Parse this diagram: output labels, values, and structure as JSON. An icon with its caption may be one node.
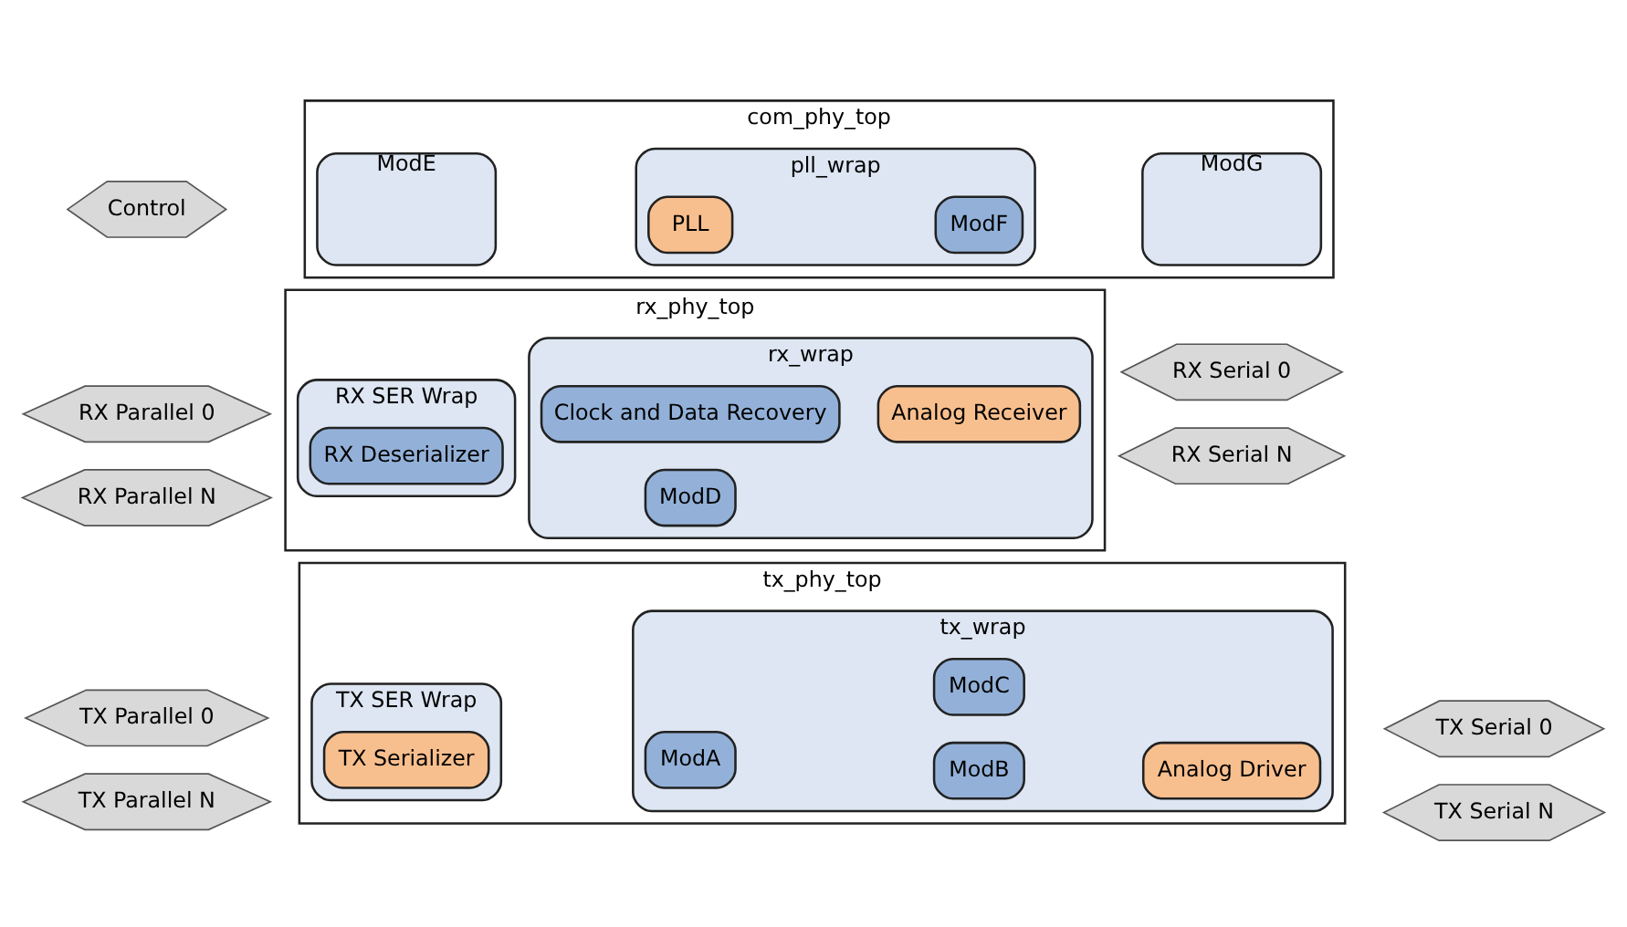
{
  "diagram": {
    "nodes": [
      {
        "text": [
          "TX Parallel 0"
        ]
      },
      {
        "text": [
          "TX Parallel N"
        ]
      },
      {
        "text": [
          "tx_phy_top"
        ]
      },
      {
        "text": [
          "TX SER Wrap"
        ],
        "in": 2
      },
      {
        "text": [
          "TX Serializer"
        ],
        "in": 3
      },
      {
        "text": [
          "tx_wrap"
        ],
        "in": 2
      },
      {
        "text": [
          "ModA"
        ],
        "in": 5
      },
      {
        "text": [
          "ModB"
        ],
        "in": 5
      },
      {
        "text": [
          "ModC"
        ],
        "in": 5
      },
      {
        "text": [
          "Analog Driver"
        ],
        "in": 5
      },
      {
        "text": [
          "TX Serial 0"
        ]
      },
      {
        "text": [
          "TX Serial N"
        ]
      },
      {
        "text": [
          "RX Parallel 0"
        ]
      },
      {
        "text": [
          "RX Parallel N"
        ]
      },
      {
        "text": [
          "rx_phy_top"
        ]
      },
      {
        "text": [
          "RX SER Wrap"
        ],
        "in": 14
      },
      {
        "text": [
          "RX Deserializer"
        ],
        "in": 15
      },
      {
        "text": [
          "rx_wrap"
        ],
        "in": 14
      },
      {
        "text": [
          "Clock and Data Recovery"
        ],
        "in": 17
      },
      {
        "text": [
          "ModD"
        ],
        "in": 17
      },
      {
        "text": [
          "Analog Receiver"
        ],
        "in": 17
      },
      {
        "text": [
          "RX Serial 0"
        ]
      },
      {
        "text": [
          "RX Serial N"
        ]
      },
      {
        "text": [
          "Control"
        ]
      },
      {
        "text": [
          "com_phy_top"
        ]
      },
      {
        "text": [
          "ModE"
        ],
        "in": 24
      },
      {
        "text": [
          "pll_wrap"
        ],
        "in": 24
      },
      {
        "text": [
          "PLL"
        ],
        "in": 26
      },
      {
        "text": [
          "ModF"
        ],
        "in": 26
      },
      {
        "text": [
          "ModG"
        ],
        "in": 24
      }
    ]
  }
}
